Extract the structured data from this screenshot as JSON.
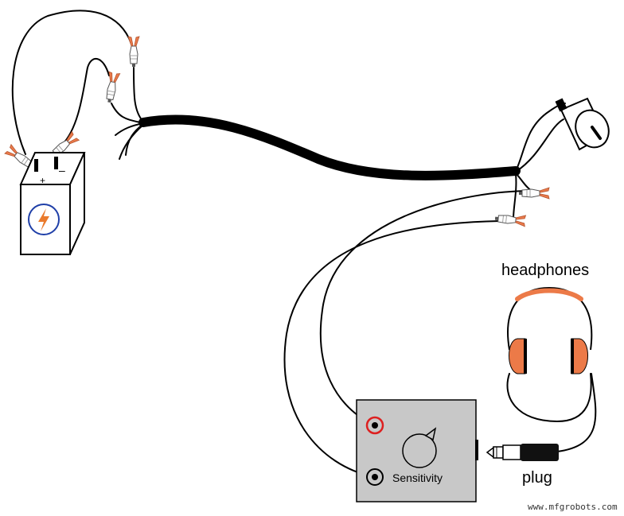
{
  "labels": {
    "headphones": "headphones",
    "plug": "plug",
    "sensitivity": "Sensitivity",
    "battery_plus": "+",
    "battery_minus": "–"
  },
  "watermark": "www.mfgrobots.com",
  "icons": {
    "battery_symbol": "lightning-bolt-icon",
    "knob": "rotary-knob-icon",
    "clip": "alligator-clip-icon"
  },
  "colors": {
    "clip_accent": "#ea7a4b",
    "headphone_accent": "#ec7a48",
    "red_jack": "#dd1f1f",
    "bolt": "#ea7a2c",
    "bolt_circle": "#1f3fa8",
    "box_fill": "#c8c8c8"
  }
}
